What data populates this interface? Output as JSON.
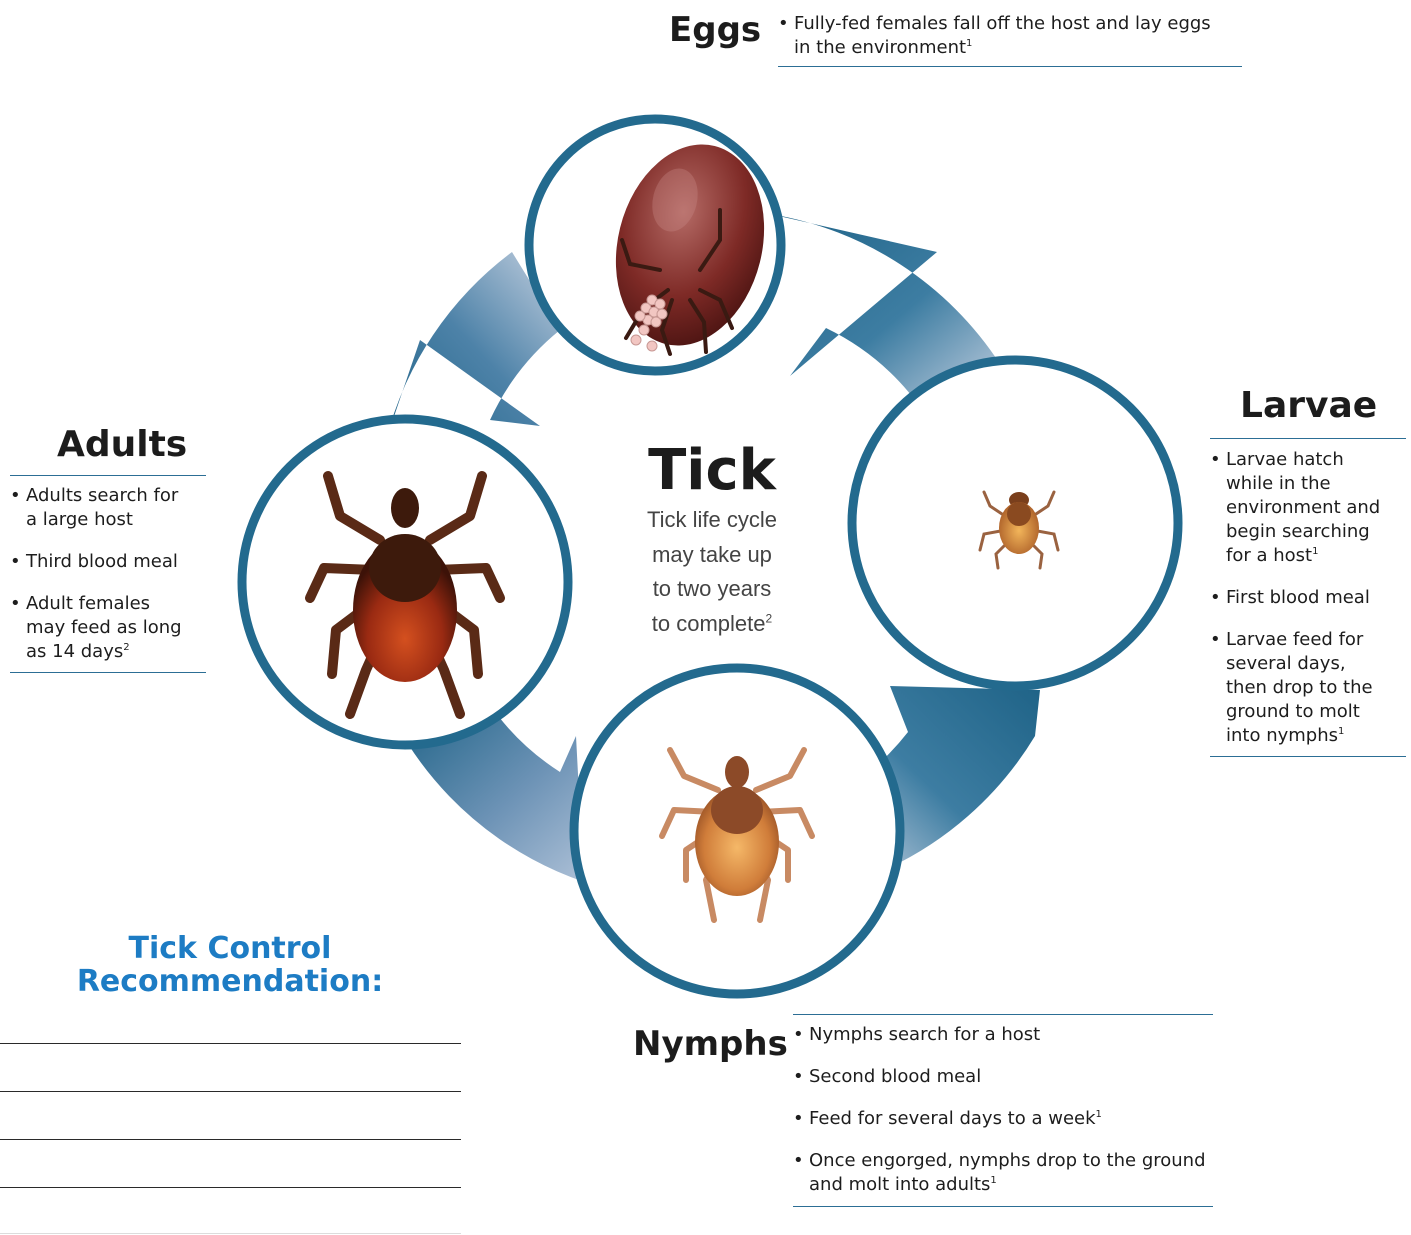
{
  "center": {
    "title": "Tick",
    "note_lines": [
      "Tick life cycle",
      "may take up",
      "to two years",
      "to complete"
    ],
    "note_footnote": "2"
  },
  "stages": {
    "eggs": {
      "title": "Eggs",
      "bullets": [
        {
          "lines": [
            "Fully-fed females fall off the host and lay eggs",
            "in the environment"
          ],
          "footnote": "1"
        }
      ]
    },
    "larvae": {
      "title": "Larvae",
      "bullets": [
        {
          "lines": [
            "Larvae hatch",
            "while in the",
            "environment and",
            "begin searching",
            "for a host"
          ],
          "footnote": "1"
        },
        {
          "lines": [
            "First blood meal"
          ],
          "footnote": ""
        },
        {
          "lines": [
            "Larvae feed for",
            "several days,",
            "then drop to the",
            "ground to molt",
            "into nymphs"
          ],
          "footnote": "1"
        }
      ]
    },
    "nymphs": {
      "title": "Nymphs",
      "bullets": [
        {
          "lines": [
            "Nymphs search for a host"
          ],
          "footnote": ""
        },
        {
          "lines": [
            "Second blood meal"
          ],
          "footnote": ""
        },
        {
          "lines": [
            "Feed for several days to a week"
          ],
          "footnote": "1"
        },
        {
          "lines": [
            "Once engorged, nymphs drop to the ground",
            "and molt into adults"
          ],
          "footnote": "1"
        }
      ]
    },
    "adults": {
      "title": "Adults",
      "bullets": [
        {
          "lines": [
            "Adults search for",
            "a large host"
          ],
          "footnote": ""
        },
        {
          "lines": [
            "Third blood meal"
          ],
          "footnote": ""
        },
        {
          "lines": [
            "Adult females",
            "may feed as long",
            "as 14 days"
          ],
          "footnote": "2"
        }
      ]
    }
  },
  "recommendation": {
    "title_lines": [
      "Tick Control",
      "Recommendation:"
    ]
  },
  "colors": {
    "ring_dark": "#226689",
    "ring_light": "#a3b7cf",
    "circle_border": "#236a8e",
    "rule": "#2c6e95",
    "recommendation_title": "#1d7cc4"
  }
}
